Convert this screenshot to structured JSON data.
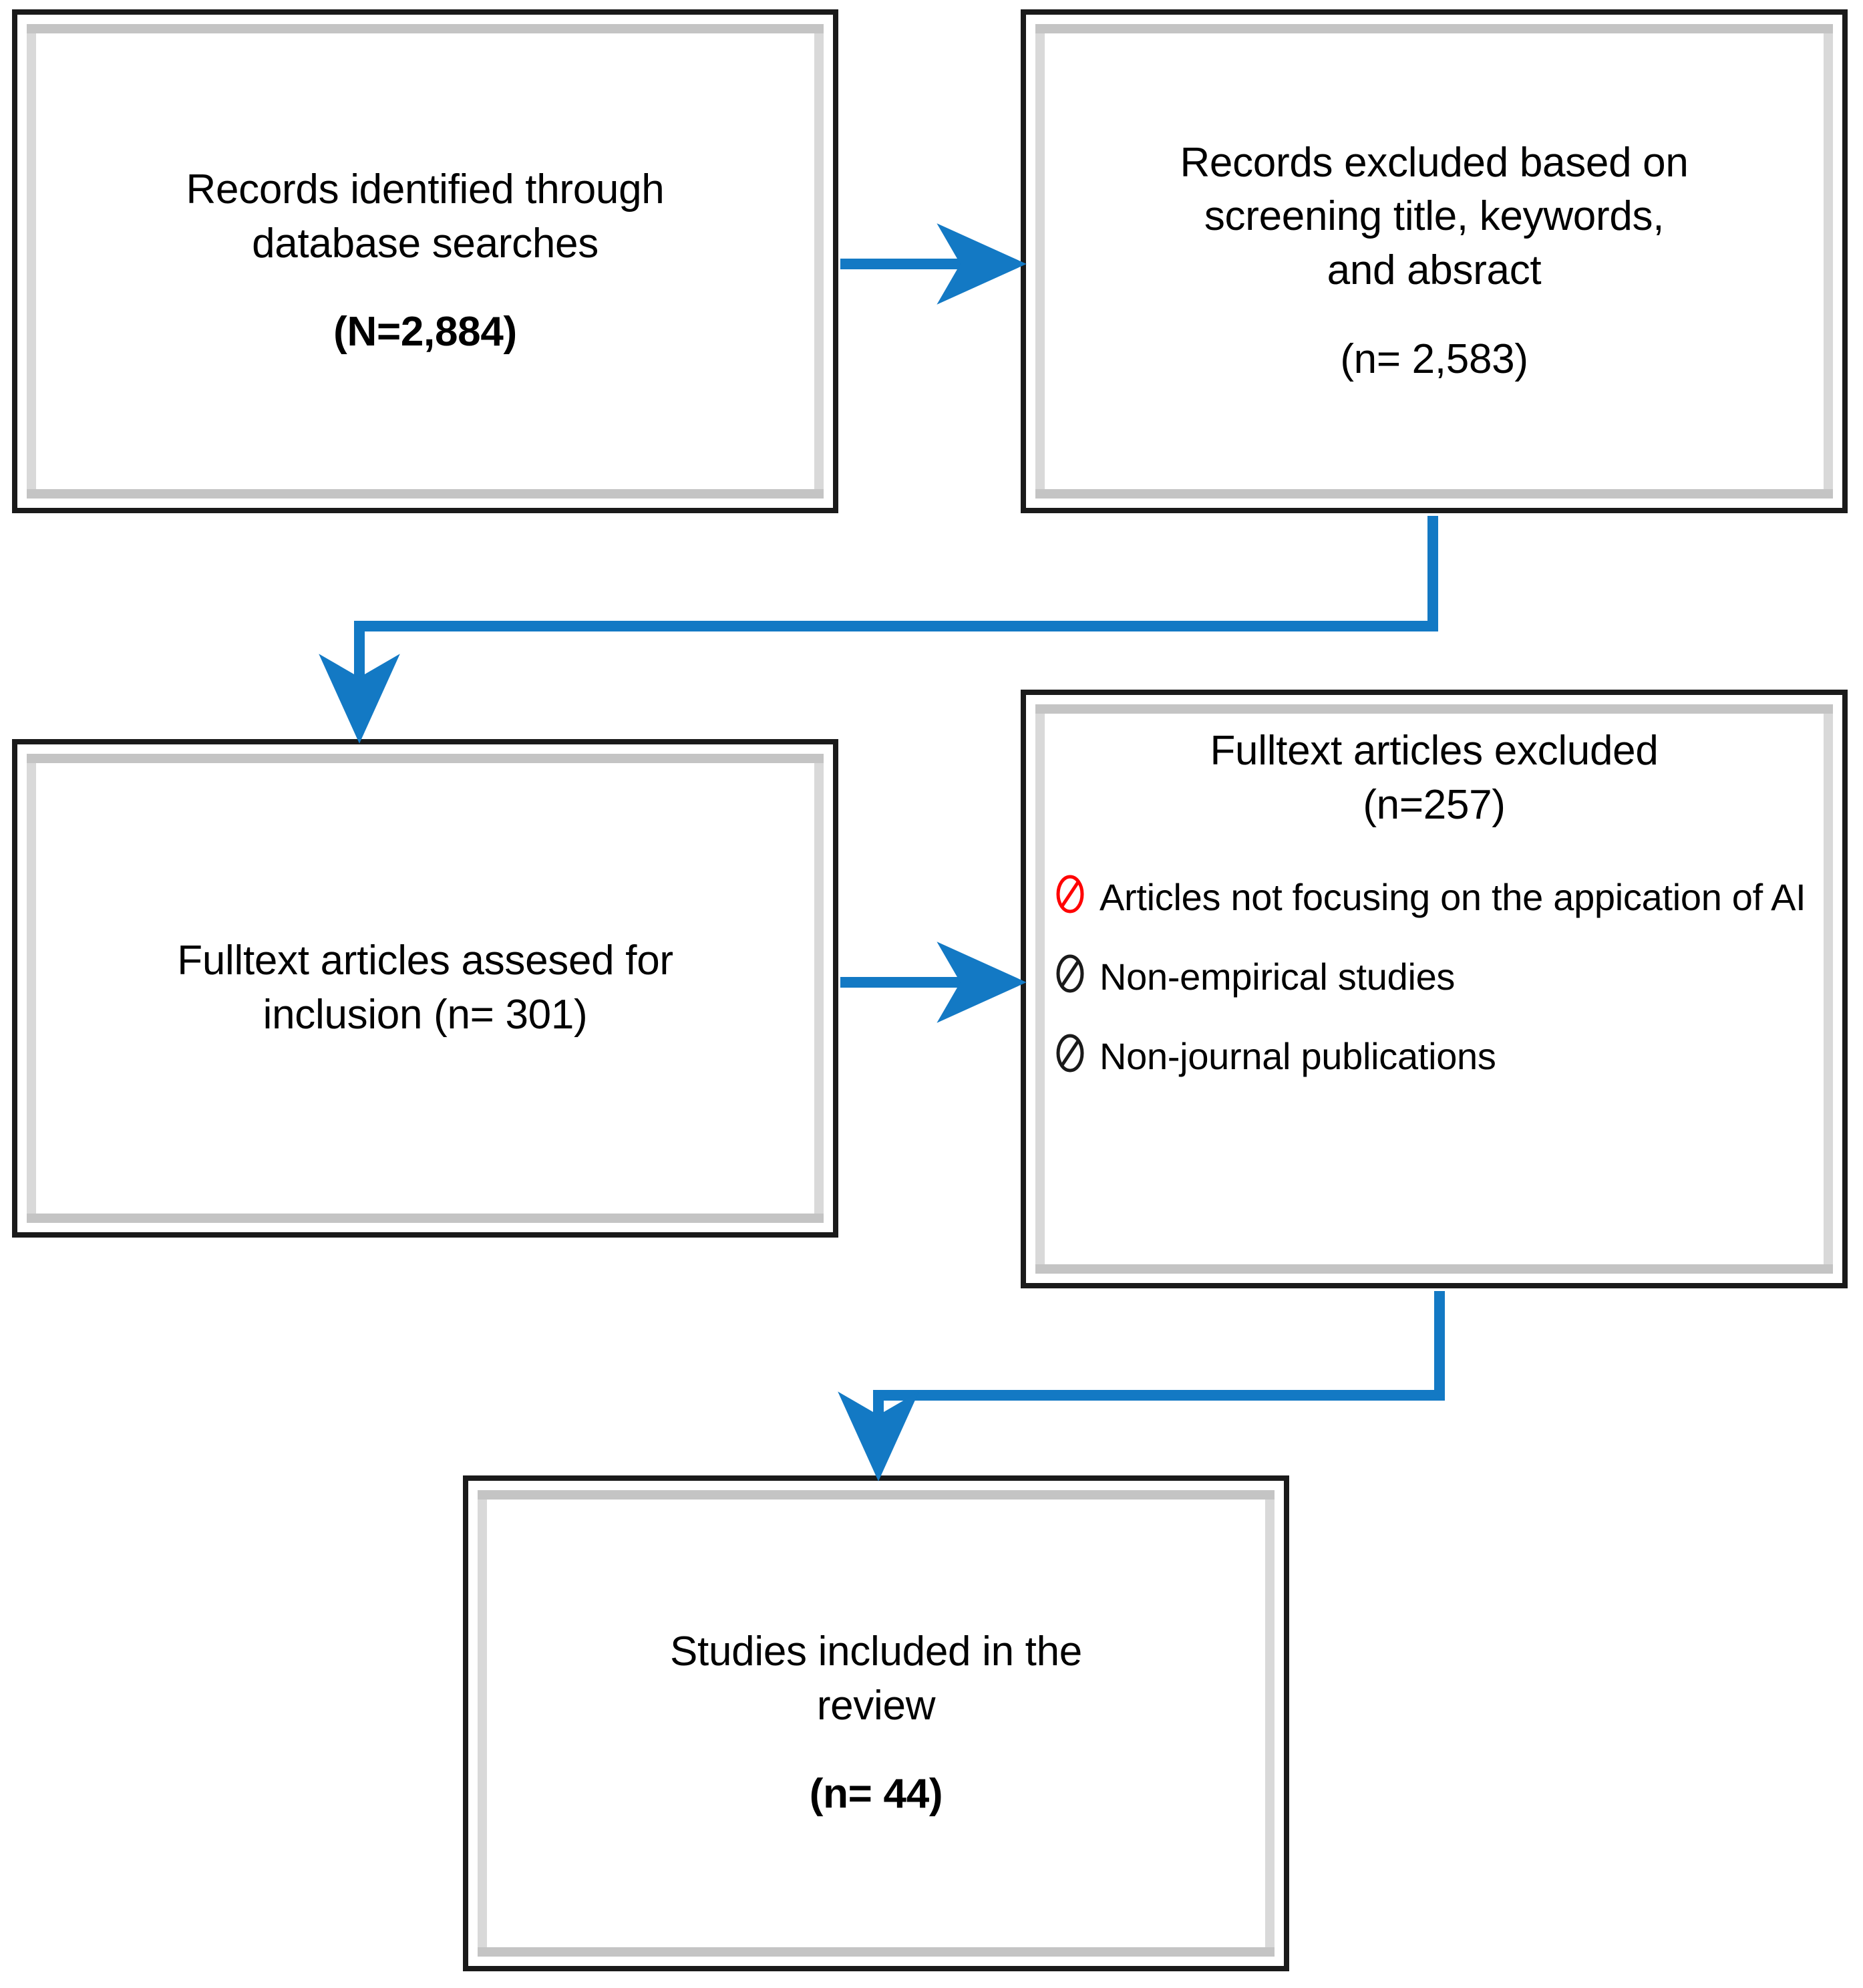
{
  "diagram": {
    "type": "prisma-flow-diagram",
    "accent_color": "#1379C4",
    "box_border_color": "#1a1a1a",
    "nodes": [
      {
        "id": "identified",
        "lines": [
          "Records identified through",
          "database searches"
        ],
        "count_label": "(N=2,884)",
        "count_bold": true
      },
      {
        "id": "excluded_screening",
        "lines": [
          "Records excluded based on",
          "screening title, keywords,",
          "and absract"
        ],
        "count_label": "(n= 2,583)",
        "count_bold": false
      },
      {
        "id": "fulltext_assessed",
        "lines": [
          "Fulltext articles assesed for",
          "inclusion (n= 301)"
        ],
        "count_label": "",
        "count_bold": false
      },
      {
        "id": "fulltext_excluded",
        "lines": [
          "Fulltext articles excluded",
          "(n=257)"
        ],
        "count_label": "",
        "count_bold": false,
        "bullets": [
          {
            "icon": "prohibition-icon",
            "icon_color": "#FF0000",
            "text": "Articles not focusing on the appication of AI"
          },
          {
            "icon": "prohibition-icon",
            "icon_color": "#1a1a1a",
            "text": "Non-empirical studies"
          },
          {
            "icon": "prohibition-icon",
            "icon_color": "#1a1a1a",
            "text": "Non-journal publications"
          }
        ]
      },
      {
        "id": "included",
        "lines": [
          "Studies included in the",
          "review"
        ],
        "count_label": "(n= 44)",
        "count_bold": true
      }
    ],
    "connectors": [
      {
        "id": "identified-to-excluded-screening",
        "from": "identified",
        "to": "excluded_screening",
        "shape": "horizontal-arrow"
      },
      {
        "id": "excluded-screening-to-fulltext-assessed",
        "from": "excluded_screening",
        "to": "fulltext_assessed",
        "shape": "elbow-down-left-arrow"
      },
      {
        "id": "fulltext-assessed-to-fulltext-excluded",
        "from": "fulltext_assessed",
        "to": "fulltext_excluded",
        "shape": "horizontal-arrow"
      },
      {
        "id": "fulltext-excluded-to-included",
        "from": "fulltext_excluded",
        "to": "included",
        "shape": "elbow-down-left-arrow"
      }
    ]
  }
}
